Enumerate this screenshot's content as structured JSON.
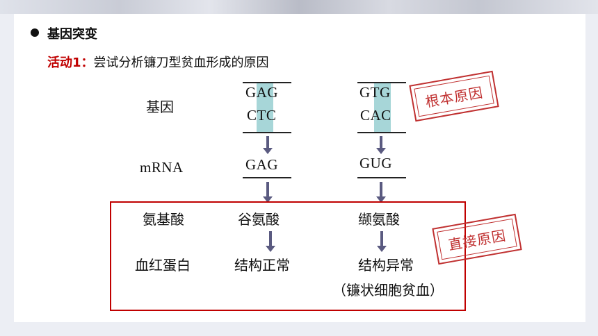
{
  "heading": "基因突变",
  "activity": {
    "label": "活动1：",
    "text": "尝试分析镰刀型贫血形成的原因"
  },
  "rows": {
    "gene": "基因",
    "mrna": "mRNA",
    "amino_acid": "氨基酸",
    "hemoglobin": "血红蛋白"
  },
  "normal": {
    "dna_top": "GAG",
    "dna_bottom": "CTC",
    "mrna": "GAG",
    "amino_acid": "谷氨酸",
    "structure": "结构正常"
  },
  "mutant": {
    "dna_top": "GTG",
    "dna_bottom": "CAC",
    "mrna": "GUG",
    "amino_acid": "缬氨酸",
    "structure": "结构异常",
    "disease": "（镰状细胞贫血）"
  },
  "stamps": {
    "root_cause": "根本原因",
    "direct_cause": "直接原因"
  },
  "colors": {
    "accent_red": "#c00000",
    "highlight": "#a7d6d8",
    "arrow": "#5a5a80"
  }
}
